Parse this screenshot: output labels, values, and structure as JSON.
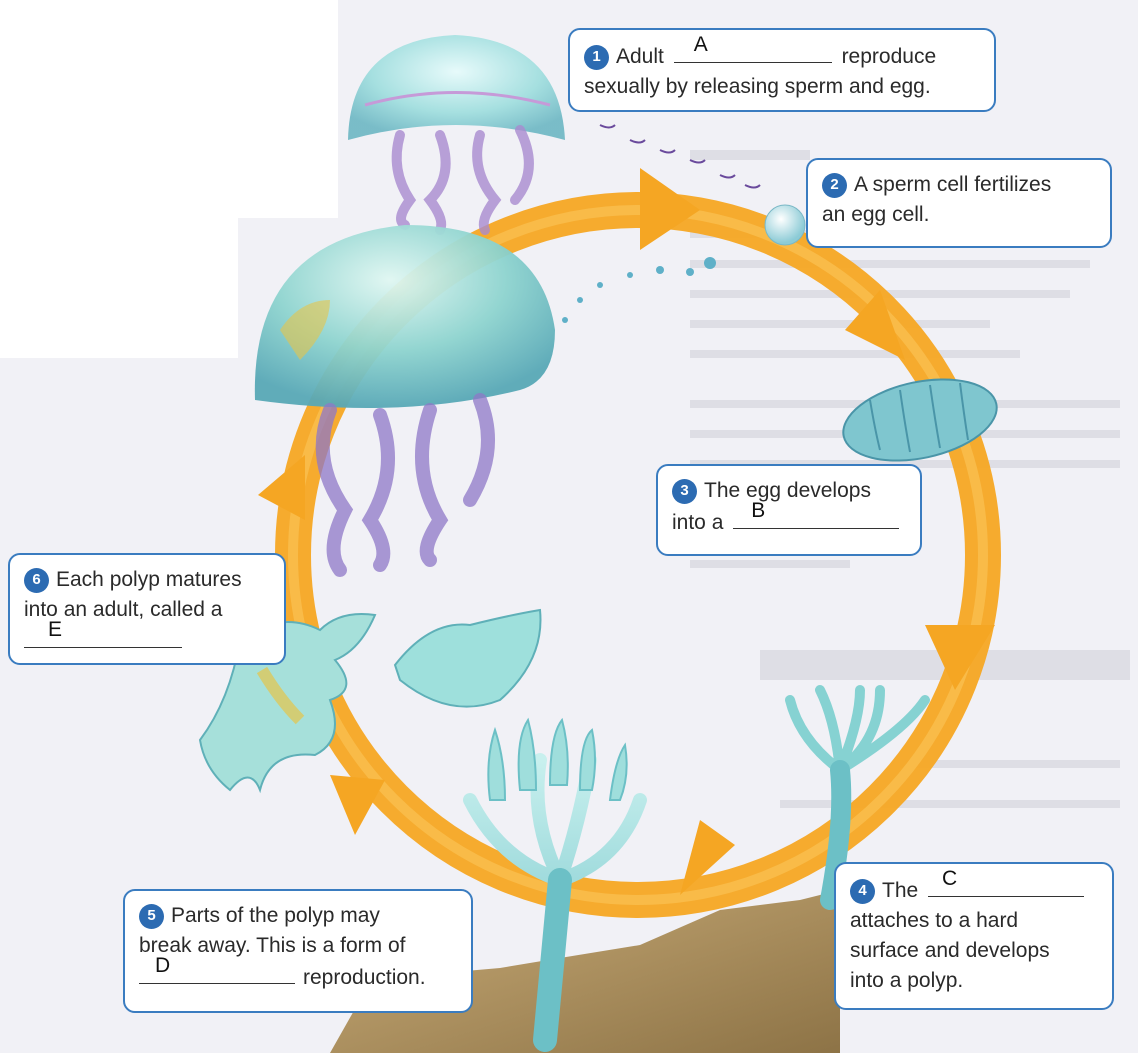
{
  "callouts": {
    "c1": {
      "number": "1",
      "text_before": "Adult",
      "blank_letter": "A",
      "text_after": "reproduce",
      "line2": "sexually by releasing sperm and egg."
    },
    "c2": {
      "number": "2",
      "line1": "A sperm cell fertilizes",
      "line2": "an egg cell."
    },
    "c3": {
      "number": "3",
      "line1": "The egg develops",
      "line2_before": "into a",
      "blank_letter": "B"
    },
    "c4": {
      "number": "4",
      "line1_before": "The",
      "blank_letter": "C",
      "line2": "attaches to a hard",
      "line3": "surface and develops",
      "line4": "into a polyp."
    },
    "c5": {
      "number": "5",
      "line1": "Parts of the polyp may",
      "line2": "break away. This is a form of",
      "blank_letter": "D",
      "line3_after": "reproduction."
    },
    "c6": {
      "number": "6",
      "line1": "Each polyp matures",
      "line2": "into an adult, called a",
      "blank_letter": "E"
    }
  },
  "colors": {
    "cycle_arrow": "#f5a623",
    "callout_border": "#3a7cc0",
    "number_badge": "#2c6bb2",
    "jellyfish": "#8fd3d8",
    "rock": "#b89a6a"
  }
}
